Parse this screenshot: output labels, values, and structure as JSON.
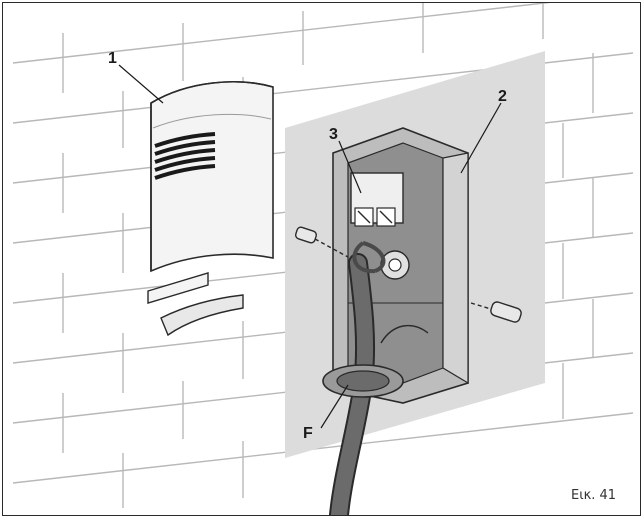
{
  "labels": {
    "cover": "1",
    "base": "2",
    "terminal": "3",
    "grommet": "F"
  },
  "figure_caption": "Εικ. 41",
  "colors": {
    "wall_line": "#b8b8b8",
    "panel": "#dcdcdc",
    "box": "#bdbdbd",
    "box_dark": "#8f8f8f",
    "cable": "#6b6b6b",
    "outline": "#2a2a2a",
    "cover": "#f4f4f4"
  }
}
